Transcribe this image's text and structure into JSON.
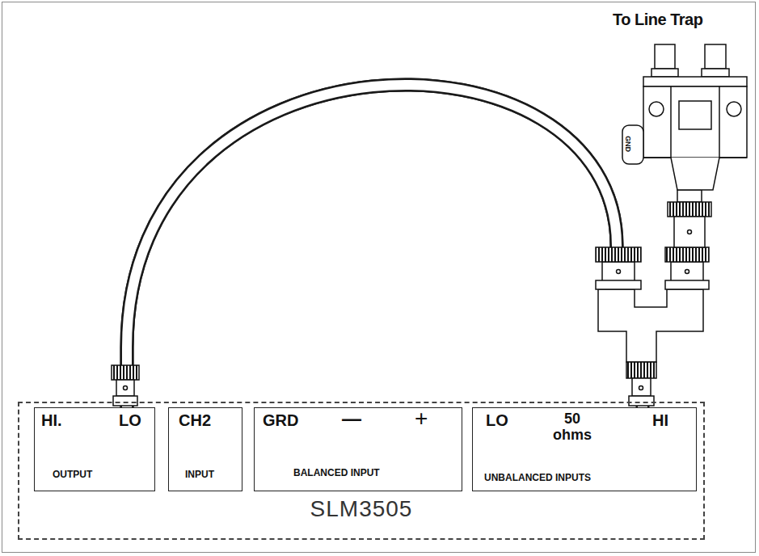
{
  "diagram": {
    "nodes": [
      {
        "text": [
          "To Line Trap",
          "GND"
        ]
      },
      {
        "text": [
          "SLM3505"
        ]
      },
      {
        "text": [
          "HI.",
          "LO",
          "OUTPUT"
        ],
        "in": 1
      },
      {
        "text": [
          "CH2",
          "INPUT"
        ],
        "in": 1
      },
      {
        "text": [
          "GRD",
          "—",
          "+",
          "BALANCED INPUT"
        ],
        "in": 1
      },
      {
        "text": [
          "LO",
          "50 ohms",
          "HI",
          "UNBALANCED INPUTS"
        ],
        "in": 1
      }
    ],
    "edges": [
      {
        "from": 2,
        "to": 5,
        "arrow": "none"
      },
      {
        "from": 2,
        "to": 0,
        "arrow": "none"
      }
    ]
  }
}
